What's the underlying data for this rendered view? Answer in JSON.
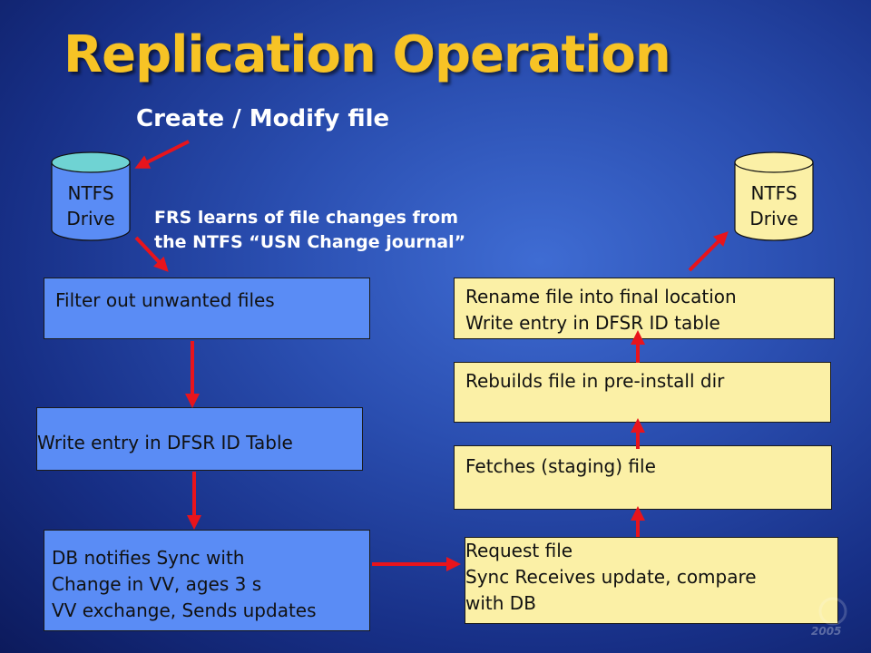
{
  "title": "Replication Operation",
  "subtitle": "Create / Modify file",
  "note": [
    "FRS learns of file changes from",
    "the NTFS “USN Change journal”"
  ],
  "drives": {
    "left": [
      "NTFS",
      "Drive"
    ],
    "right": [
      "NTFS",
      "Drive"
    ]
  },
  "left_steps": [
    [
      "Filter out unwanted files"
    ],
    [
      "Write entry in DFSR ID Table"
    ],
    [
      "DB notifies Sync with",
      "Change in VV, ages 3 s",
      "VV exchange, Sends updates"
    ]
  ],
  "right_steps": [
    [
      "Rename file into final location",
      "Write entry in DFSR ID table"
    ],
    [
      "Rebuilds file in pre-install dir"
    ],
    [
      "Fetches (staging) file"
    ],
    [
      "Request file",
      "Sync Receives update, compare",
      "with DB"
    ]
  ],
  "logo_text": "2005",
  "colors": {
    "title": "#f7c325",
    "arrow": "#e8141c",
    "left_box": "#5a8cf5",
    "right_box": "#fbf0a6",
    "left_drive_top": "#6fd3d3",
    "left_drive_body": "#5a8cf5",
    "right_drive": "#fbf0a6"
  }
}
